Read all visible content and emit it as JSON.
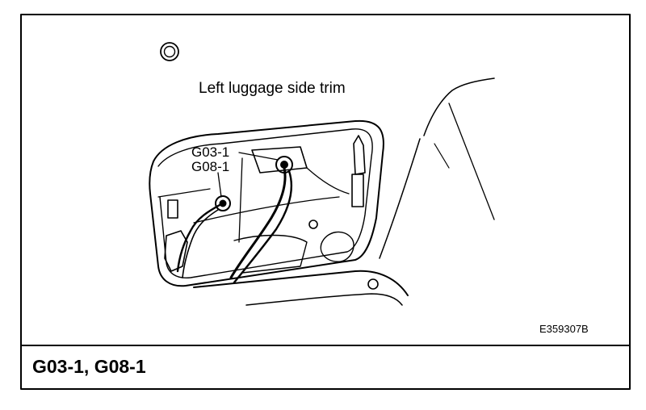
{
  "diagram": {
    "caption": "Left luggage side trim",
    "callouts": [
      "G03-1",
      "G08-1"
    ],
    "reference_code": "E359307B",
    "footer_title": "G03-1, G08-1"
  },
  "colors": {
    "ink": "#000000",
    "paper": "#ffffff"
  },
  "icons": {
    "symbol": "circle-n-symbol-icon"
  }
}
